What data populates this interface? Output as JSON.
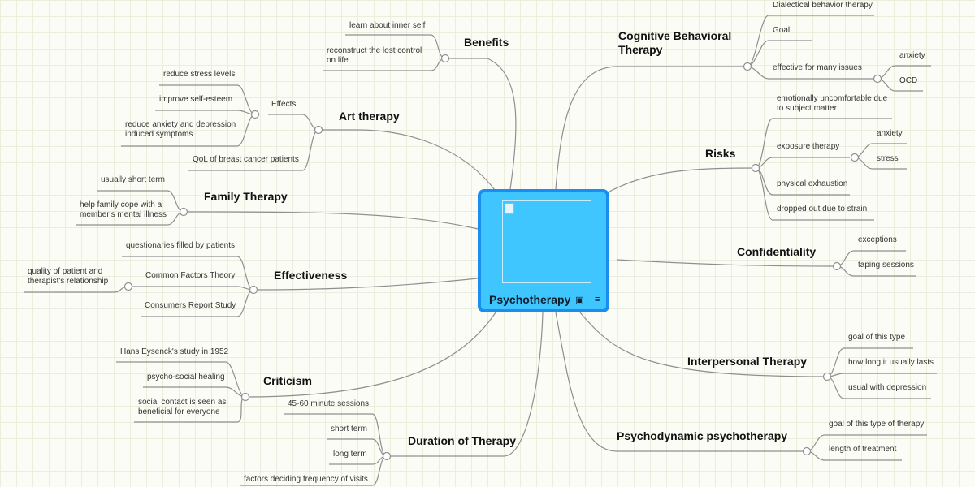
{
  "center": {
    "title": "Psychotherapy",
    "image_icon": "image-icon",
    "notes_icon": "notes-icon"
  },
  "colors": {
    "line": "#8f8f8f",
    "center_fill": "#40c6ff",
    "center_border": "#1a8df0",
    "grid": "#ebeedd",
    "background": "#fcfcf7"
  },
  "branches": {
    "benefits": {
      "label": "Benefits",
      "children": [
        "learn about inner self",
        "reconstruct the lost control on life"
      ]
    },
    "art_therapy": {
      "label": "Art therapy",
      "effects": {
        "label": "Effects",
        "children": [
          "reduce stress levels",
          "improve self-esteem",
          "reduce anxiety and depression induced symptoms"
        ]
      },
      "children": [
        "QoL of breast cancer patients"
      ]
    },
    "family_therapy": {
      "label": "Family Therapy",
      "children": [
        "usually short term",
        "help family cope with a member's mental illness"
      ]
    },
    "effectiveness": {
      "label": "Effectiveness",
      "children": [
        "questionaries filled by patients",
        "Common Factors Theory",
        "Consumers Report Study"
      ],
      "common_factors_children": [
        "quality of patient and therapist's relationship"
      ]
    },
    "criticism": {
      "label": "Criticism",
      "children": [
        "Hans Eysenck's study in 1952",
        "psycho-social healing",
        "social contact is seen as beneficial for everyone"
      ]
    },
    "duration": {
      "label": "Duration of Therapy",
      "children": [
        "45-60 minute sessions",
        "short term",
        "long term",
        "factors deciding frequency of visits"
      ]
    },
    "cbt": {
      "label": "Cognitive Behavioral Therapy",
      "children": [
        "Dialectical behavior therapy",
        "Goal",
        "effective for many issues"
      ],
      "issues_children": [
        "anxiety",
        "OCD"
      ]
    },
    "risks": {
      "label": "Risks",
      "children": [
        "emotionally uncomfortable due to subject matter",
        "exposure therapy",
        "physical exhaustion",
        "dropped out due to strain"
      ],
      "exposure_children": [
        "anxiety",
        "stress"
      ]
    },
    "confidentiality": {
      "label": "Confidentiality",
      "children": [
        "exceptions",
        "taping sessions"
      ]
    },
    "interpersonal": {
      "label": "Interpersonal Therapy",
      "children": [
        "goal of this type",
        "how long it usually lasts",
        "usual with depression"
      ]
    },
    "psychodynamic": {
      "label": "Psychodynamic psychotherapy",
      "children": [
        "goal of this type of therapy",
        "length of treatment"
      ]
    }
  }
}
